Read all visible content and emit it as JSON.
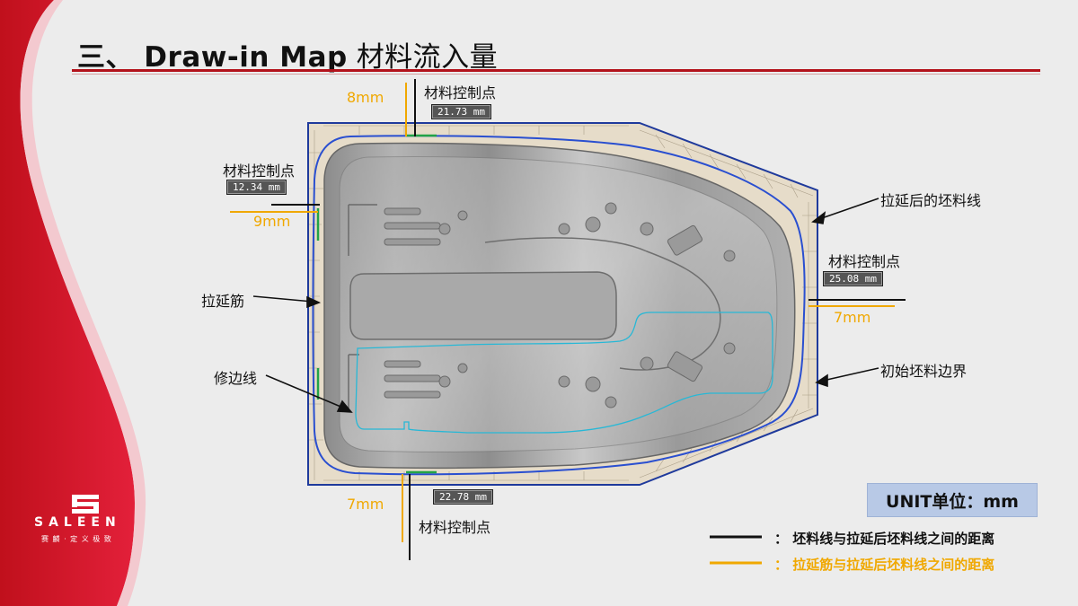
{
  "title": {
    "roman": "三、 Draw-in Map",
    "cn": "材料流入量"
  },
  "labels": {
    "control_point": "材料控制点",
    "after_draw_blank_line": "拉延后的坯料线",
    "initial_blank_boundary": "初始坯料边界",
    "draw_bead": "拉延筋",
    "trim_line": "修边线"
  },
  "measurements": {
    "top": {
      "bead": "8mm",
      "reading": "21.73 mm"
    },
    "left": {
      "bead": "9mm",
      "reading": "12.34 mm"
    },
    "right": {
      "bead": "7mm",
      "reading": "25.08 mm"
    },
    "bottom": {
      "bead": "7mm",
      "reading": "22.78 mm"
    }
  },
  "unit": "UNIT单位：mm",
  "legend": [
    {
      "color": "#111111",
      "text": "：  坯料线与拉延后坯料线之间的距离"
    },
    {
      "color": "#f0a800",
      "text": "：  拉延筋与拉延后坯料线之间的距离"
    }
  ],
  "logo": {
    "brand": "SALEEN",
    "slogan": "赛 麟 · 定 义 极 致"
  },
  "colors": {
    "accent_red": "#b3121b",
    "draw_bead_yellow": "#f0a800",
    "blank_line_blue": "#1f3a9c",
    "trim_cyan": "#27b8d6"
  }
}
